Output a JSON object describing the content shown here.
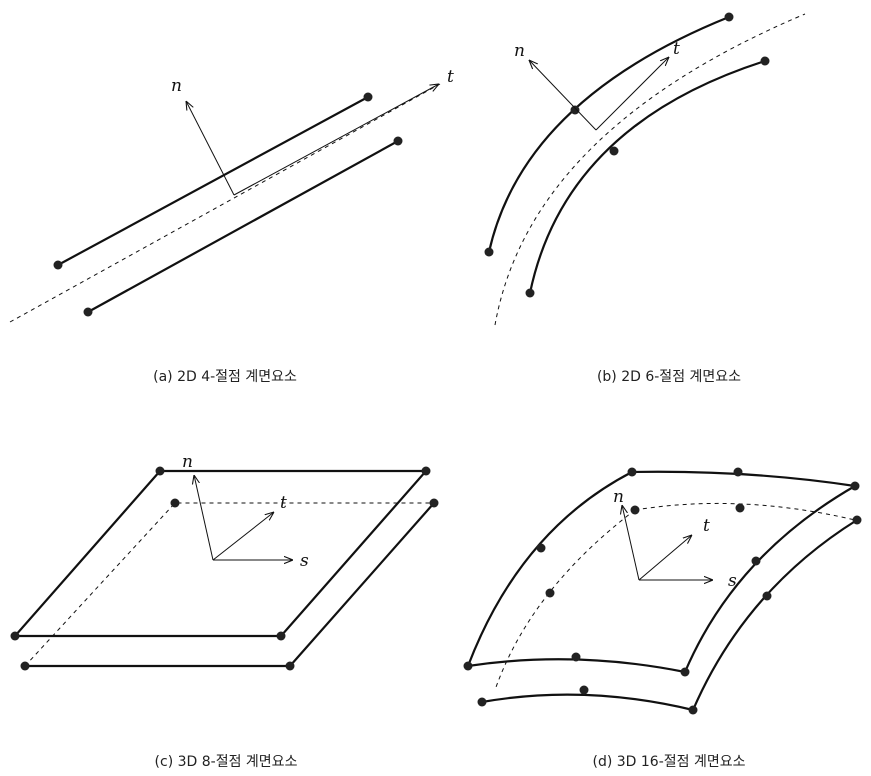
{
  "panels": [
    {
      "id": "a",
      "caption": "(a) 2D 4-절점 계면요소",
      "axes": [
        "n",
        "t"
      ]
    },
    {
      "id": "b",
      "caption": "(b) 2D 6-절점 계면요소",
      "axes": [
        "n",
        "t"
      ]
    },
    {
      "id": "c",
      "caption": "(c) 3D 8-절점 계면요소",
      "axes": [
        "n",
        "t",
        "s"
      ]
    },
    {
      "id": "d",
      "caption": "(d) 3D 16-절점 계면요소",
      "axes": [
        "n",
        "t",
        "s"
      ]
    }
  ],
  "colors": {
    "line": "#111111",
    "node": "#222222"
  }
}
